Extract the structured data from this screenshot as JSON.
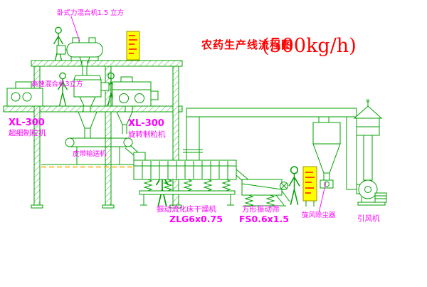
{
  "colors": {
    "line_green": "#00a000",
    "label_magenta": "#ff00ff",
    "title_red": "#ff0000",
    "cabinet_yellow": "#ffff00",
    "dashed_orange": "#ffaa00"
  },
  "title": {
    "text": "农药生产线流程图",
    "capacity": "(500kg/h)"
  },
  "equipment": {
    "horizontal_mixer": {
      "label": "卧式力混合机1.5 立方"
    },
    "high_speed_mixer": {
      "label": "高速混合机3立方"
    },
    "granulator_left": {
      "model": "XL-300",
      "name": "超细制粒机"
    },
    "granulator_center": {
      "model": "XL-300",
      "name": "旋转制粒机"
    },
    "belt_conveyor": {
      "label": "皮带输送机"
    },
    "fluid_bed_dryer": {
      "label": "振动流化床干燥机",
      "model": "ZLG6x0.75"
    },
    "vibrating_sieve": {
      "label": "方形振动筛",
      "model": "FS0.6x1.5"
    },
    "cyclone_dust_collector": {
      "label": "旋风除尘器"
    },
    "induced_draft_fan": {
      "label": "引风机"
    }
  }
}
